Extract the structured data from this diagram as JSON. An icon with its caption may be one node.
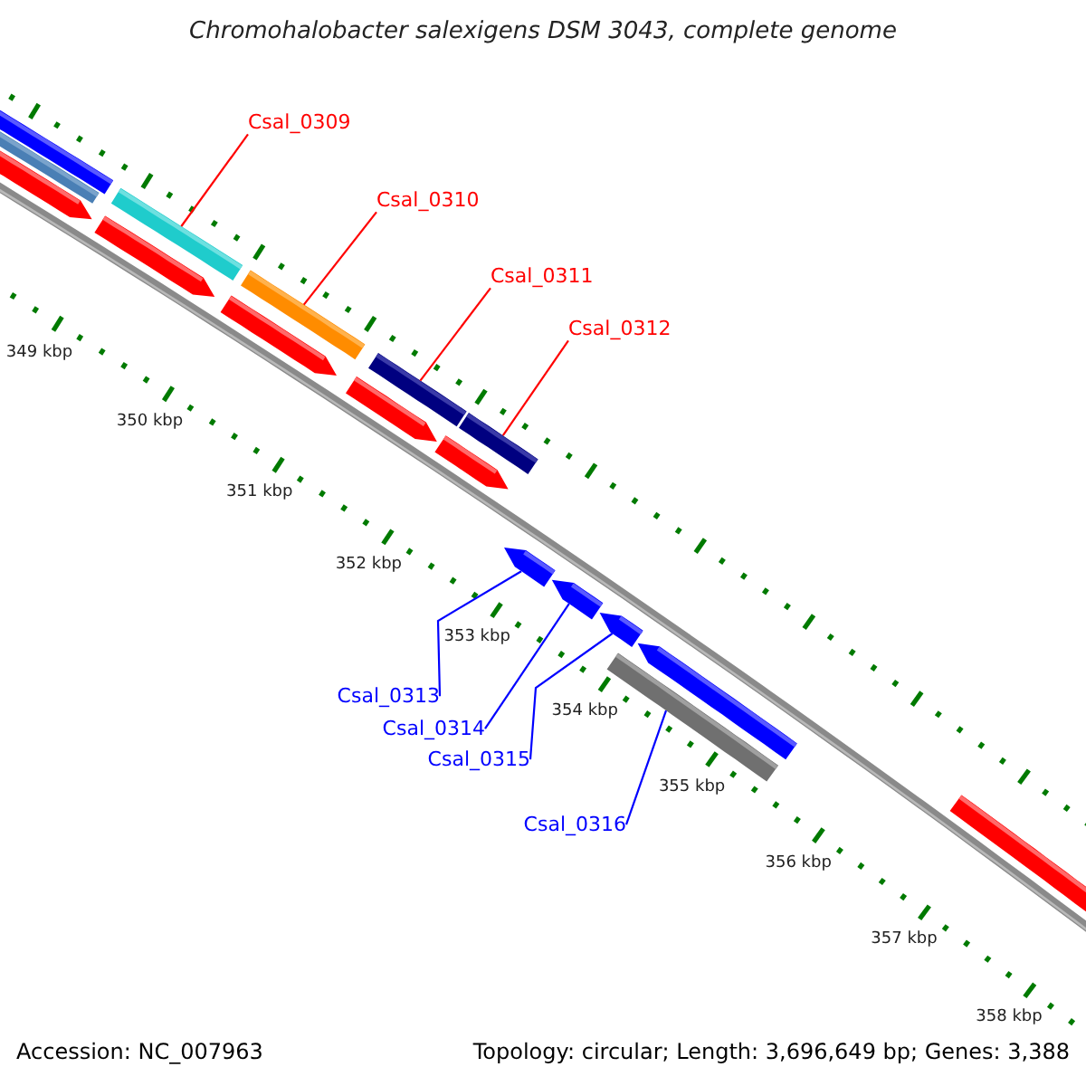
{
  "diagram": {
    "title": "Chromohalobacter salexigens DSM 3043, complete genome",
    "nodes": [
      {
        "text": [
          "Csal_0309"
        ]
      },
      {
        "text": [
          "Csal_0310"
        ]
      },
      {
        "text": [
          "Csal_0311"
        ]
      },
      {
        "text": [
          "Csal_0312"
        ]
      },
      {
        "text": [
          "Csal_0313"
        ]
      },
      {
        "text": [
          "Csal_0314"
        ]
      },
      {
        "text": [
          "Csal_0315"
        ]
      },
      {
        "text": [
          "Csal_0316"
        ]
      },
      {
        "text": [],
        "shape": "bar"
      },
      {
        "text": [],
        "shape": "bar"
      },
      {
        "text": [],
        "shape": "bar"
      },
      {
        "text": [],
        "shape": "bar"
      },
      {
        "text": [],
        "shape": "bar"
      },
      {
        "text": [],
        "shape": "bar"
      },
      {
        "text": [],
        "shape": "bar"
      },
      {
        "text": [],
        "shape": "bar"
      }
    ],
    "edges": [
      {
        "from": 0,
        "to": 8,
        "arrow": "none",
        "color": "#ff0000"
      },
      {
        "from": 1,
        "to": 9,
        "arrow": "none",
        "color": "#ff0000"
      },
      {
        "from": 2,
        "to": 10,
        "arrow": "none",
        "color": "#ff0000"
      },
      {
        "from": 3,
        "to": 11,
        "arrow": "none",
        "color": "#ff0000"
      },
      {
        "from": 4,
        "to": 12,
        "arrow": "none",
        "color": "#0000ff"
      },
      {
        "from": 5,
        "to": 13,
        "arrow": "none",
        "color": "#0000ff"
      },
      {
        "from": 6,
        "to": 14,
        "arrow": "none",
        "color": "#0000ff"
      },
      {
        "from": 7,
        "to": 15,
        "arrow": "none",
        "color": "#0000ff"
      }
    ],
    "labels": [
      "349 kbp",
      "350 kbp",
      "351 kbp",
      "352 kbp",
      "353 kbp",
      "354 kbp",
      "355 kbp",
      "356 kbp",
      "357 kbp",
      "358 kbp",
      "Accession: NC_007963",
      "Topology: circular; Length: 3,696,649 bp; Genes: 3,388"
    ]
  }
}
